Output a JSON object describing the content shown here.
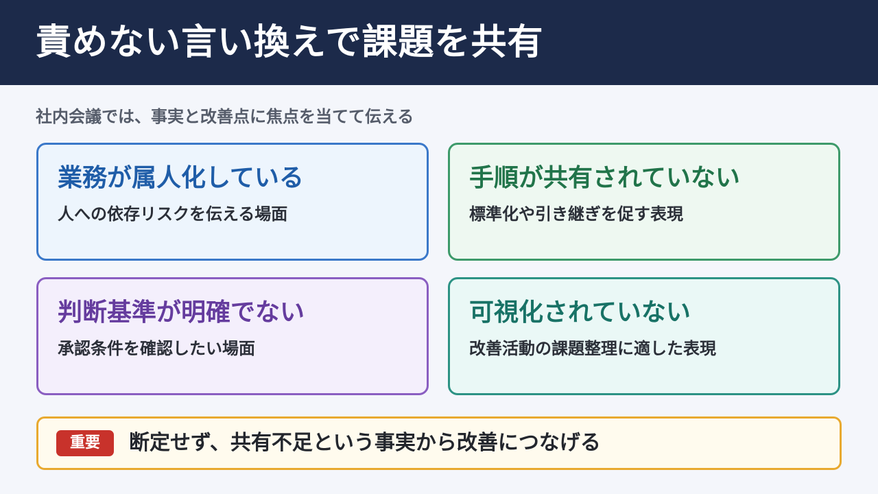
{
  "header": {
    "title": "責めない言い換えで課題を共有"
  },
  "subtitle": "社内会議では、事実と改善点に焦点を当てて伝える",
  "cards": [
    {
      "title": "業務が属人化している",
      "desc": "人への依存リスクを伝える場面",
      "accent": "#3a78c9"
    },
    {
      "title": "手順が共有されていない",
      "desc": "標準化や引き継ぎを促す表現",
      "accent": "#3d9a6a"
    },
    {
      "title": "判断基準が明確でない",
      "desc": "承認条件を確認したい場面",
      "accent": "#8a5ec1"
    },
    {
      "title": "可視化されていない",
      "desc": "改善活動の課題整理に適した表現",
      "accent": "#2c9284"
    }
  ],
  "notice": {
    "badge": "重要",
    "text": "断定せず、共有不足という事実から改善につなげる",
    "accent": "#e8a92f",
    "badge_color": "#c8322b"
  }
}
